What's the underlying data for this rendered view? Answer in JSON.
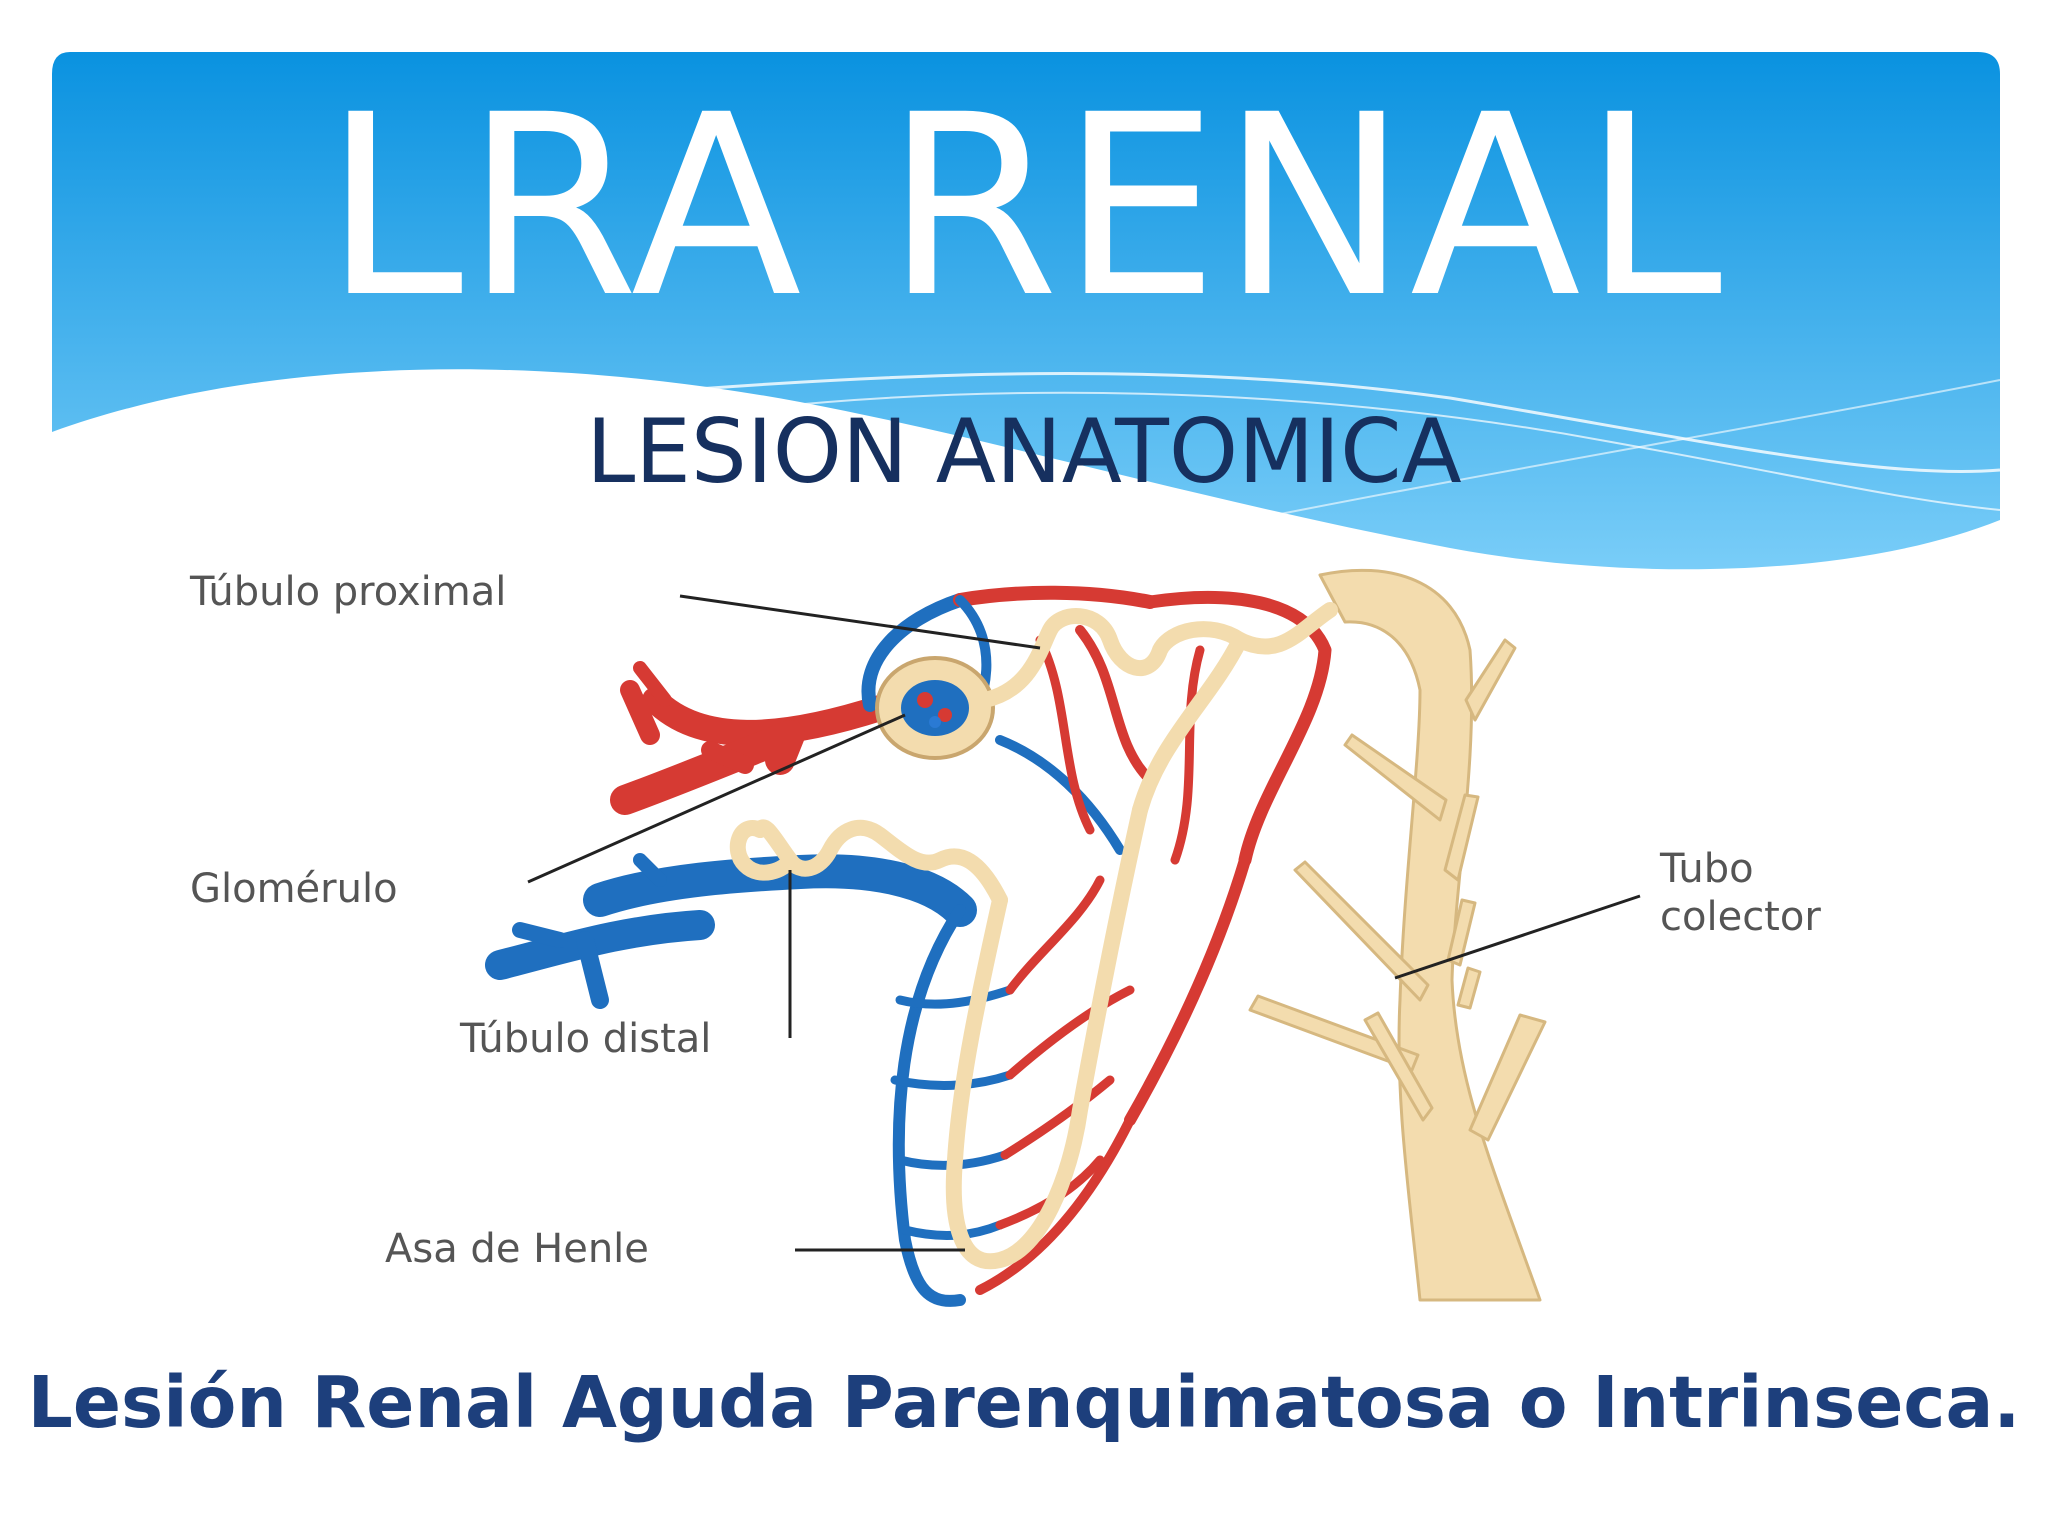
{
  "slide": {
    "title": "LRA RENAL",
    "subtitle": "LESION ANATOMICA",
    "caption": "Lesión Renal Aguda Parenquimatosa o Intrinseca."
  },
  "diagram": {
    "labels": {
      "tubulo_proximal": "Túbulo proximal",
      "glomerulo": "Glomérulo",
      "tubulo_distal": "Túbulo distal",
      "asa_de_henle": "Asa de Henle",
      "tubo": "Tubo",
      "colector": "colector"
    }
  },
  "colors": {
    "banner_top": "#0a92e0",
    "banner_bottom": "#6cc7f7",
    "title_text": "#ffffff",
    "subtitle_text": "#16305f",
    "caption_text": "#1d3f7c",
    "artery": "#d63a33",
    "vein": "#1f6fbf",
    "tubule": "#f3dcae",
    "tubule_outline": "#d6b880"
  }
}
